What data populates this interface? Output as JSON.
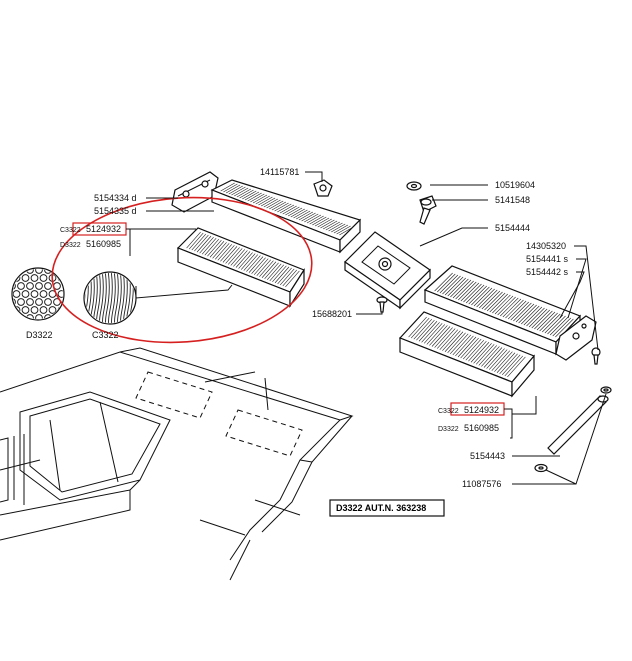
{
  "labels": {
    "p5154334": "5154334 d",
    "p5154335": "5154335 d",
    "c3322_left": "C3322",
    "p5124932_left": "5124932",
    "d3322_left": "D3322",
    "p5160985_left": "5160985",
    "d3322_detail": "D3322",
    "c3322_detail": "C3322",
    "p14115781": "14115781",
    "p10519604": "10519604",
    "p5141548": "5141548",
    "p5154444": "5154444",
    "p14305320": "14305320",
    "p5154441": "5154441 s",
    "p5154442": "5154442 s",
    "p15688201": "15688201",
    "c3322_right": "C3322",
    "p5124932_right": "5124932",
    "d3322_right": "D3322",
    "p5160985_right": "5160985",
    "p5154443": "5154443",
    "p11087576": "11087576"
  },
  "reference_box": "D3322 AUT.N. 363238",
  "colors": {
    "highlight": "#d62020",
    "ink": "#111111"
  }
}
